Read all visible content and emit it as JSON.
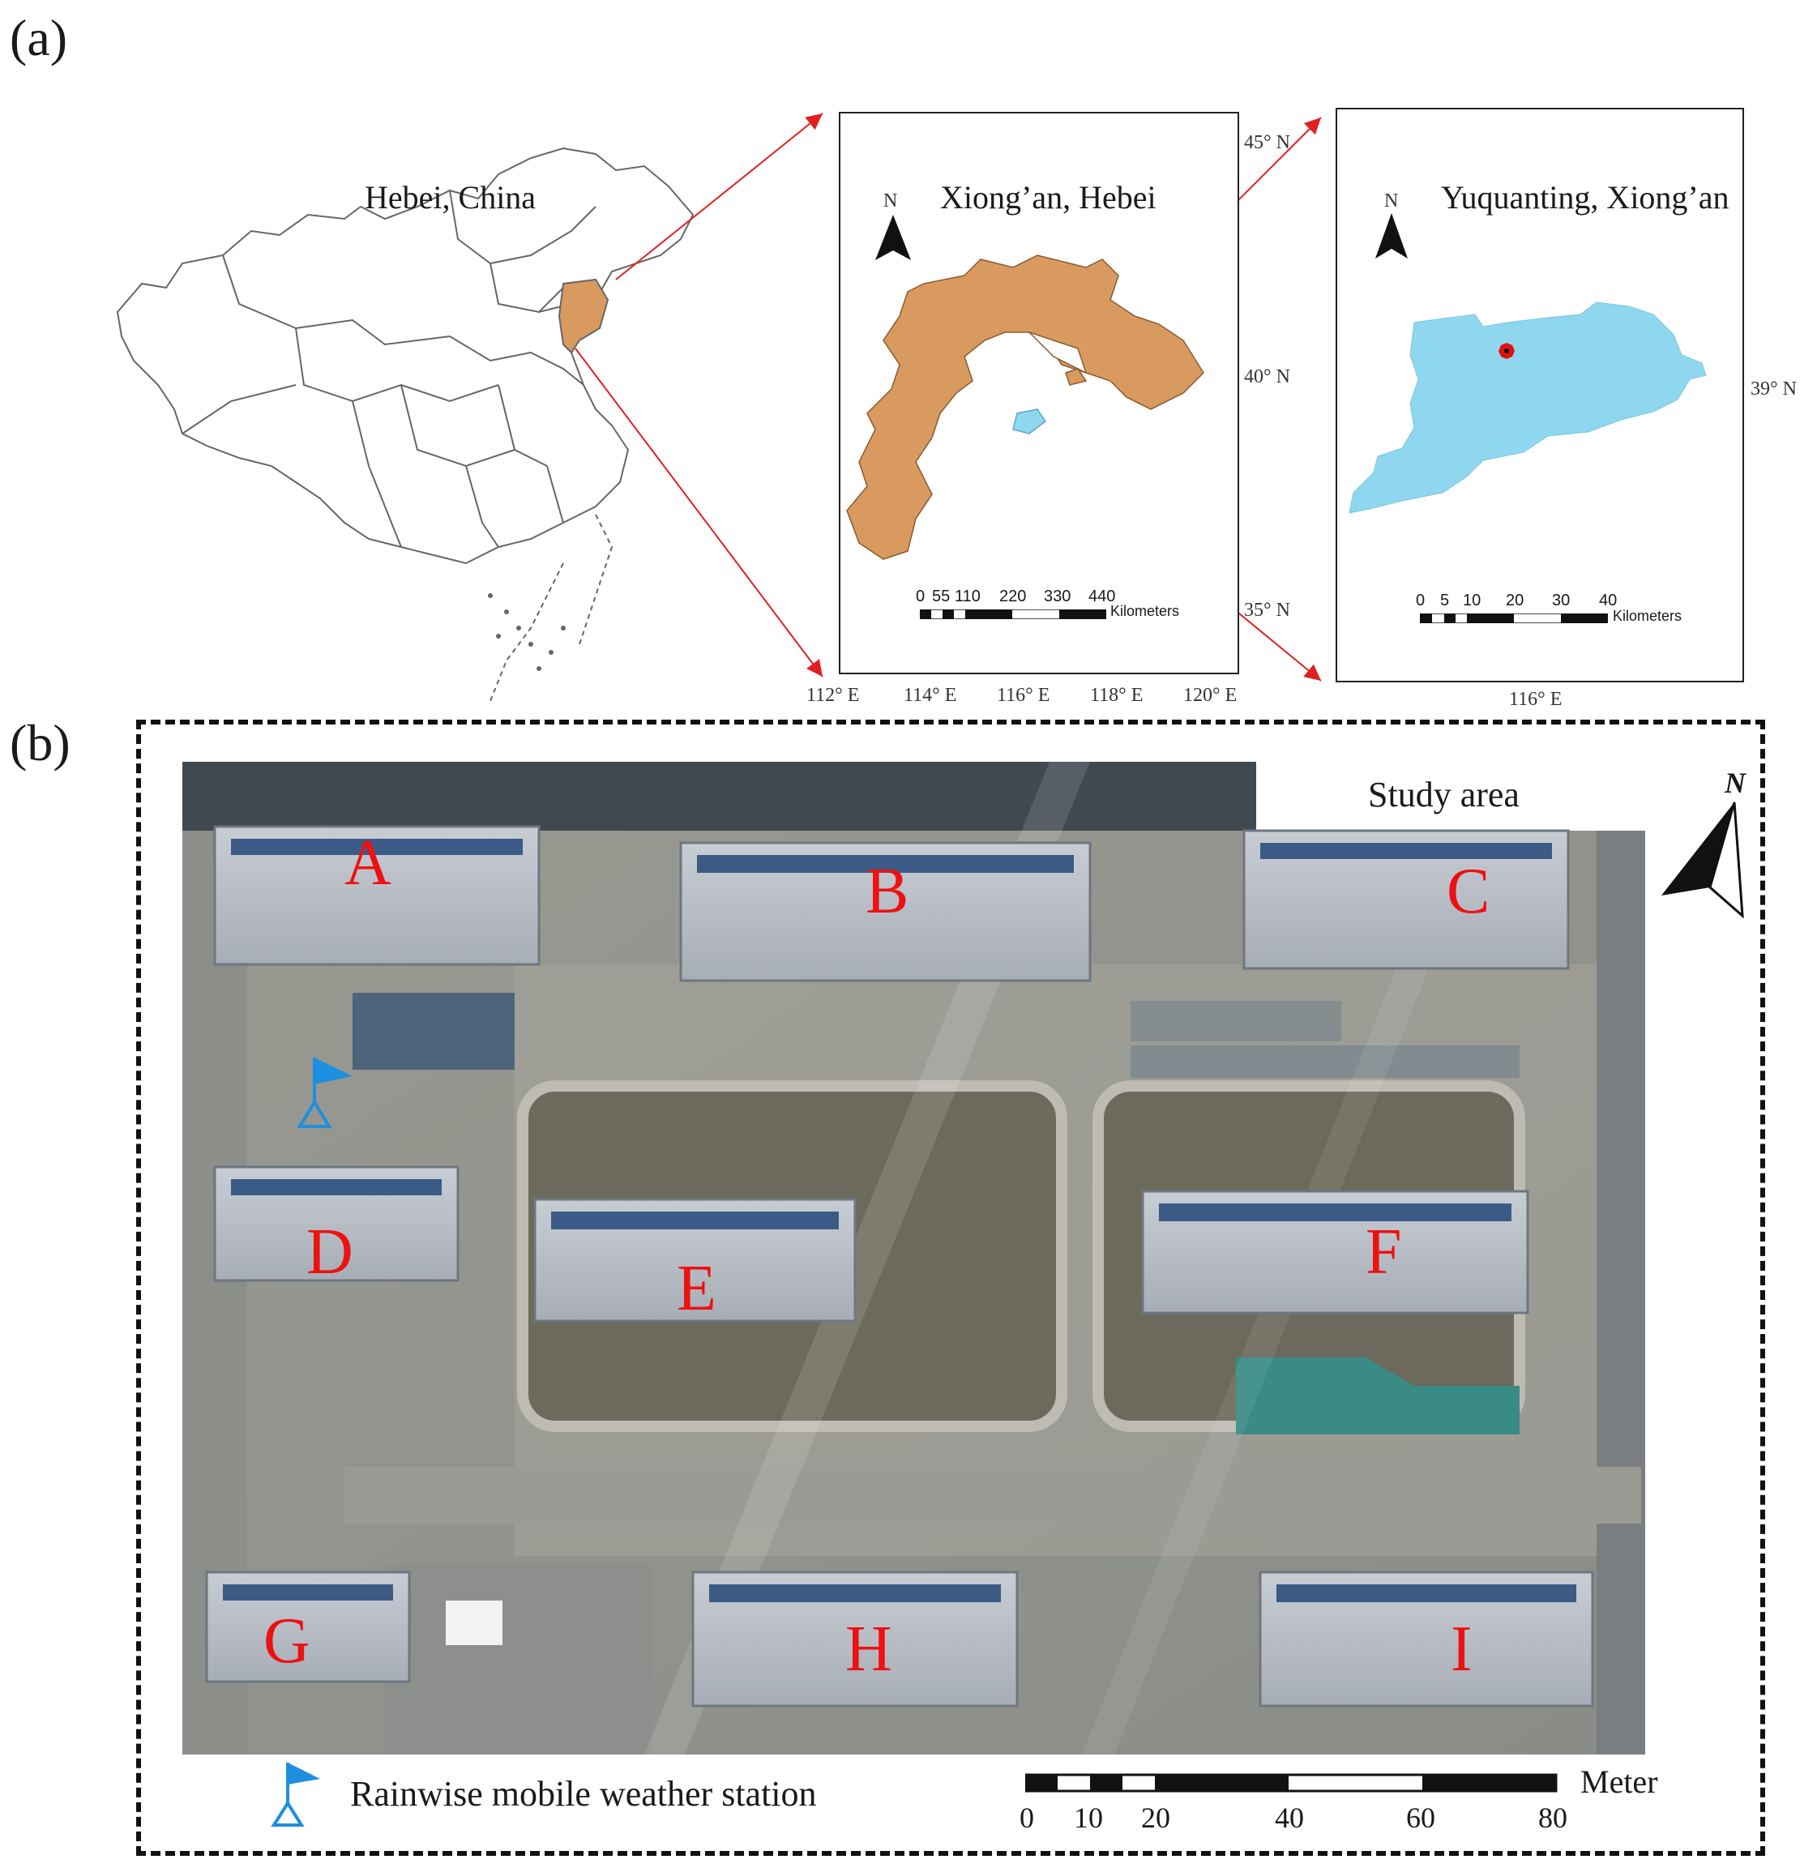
{
  "panel_a": {
    "label": "(a)",
    "china_map": {
      "title": "Hebei, China"
    },
    "hebei_map": {
      "title": "Xiong’an, Hebei",
      "north": "N",
      "lat_labels": [
        "45° N",
        "40° N",
        "35° N"
      ],
      "lon_labels": [
        "112° E",
        "114° E",
        "116° E",
        "118° E",
        "120° E"
      ],
      "scale_ticks": [
        "0",
        "55",
        "110",
        "220",
        "330",
        "440"
      ],
      "scale_unit": "Kilometers",
      "fill_color": "#d99a60"
    },
    "xiongan_map": {
      "title": "Yuquanting, Xiong’an",
      "north": "N",
      "lat_labels": [
        "39° N"
      ],
      "lon_labels": [
        "116° E"
      ],
      "scale_ticks": [
        "0",
        "5",
        "10",
        "20",
        "30",
        "40"
      ],
      "scale_unit": "Kilometers",
      "fill_color": "#8fd6ef",
      "marker_color": "#e01010"
    }
  },
  "panel_b": {
    "label": "(b)",
    "title": "Study area",
    "north": "N",
    "buildings": [
      "A",
      "B",
      "C",
      "D",
      "E",
      "F",
      "G",
      "H",
      "I"
    ],
    "legend": {
      "label": "Rainwise mobile weather station",
      "icon": "flag-icon",
      "color": "#1e8fe0"
    },
    "scale_ticks": [
      "0",
      "10",
      "20",
      "40",
      "60",
      "80"
    ],
    "scale_unit": "Meter"
  }
}
